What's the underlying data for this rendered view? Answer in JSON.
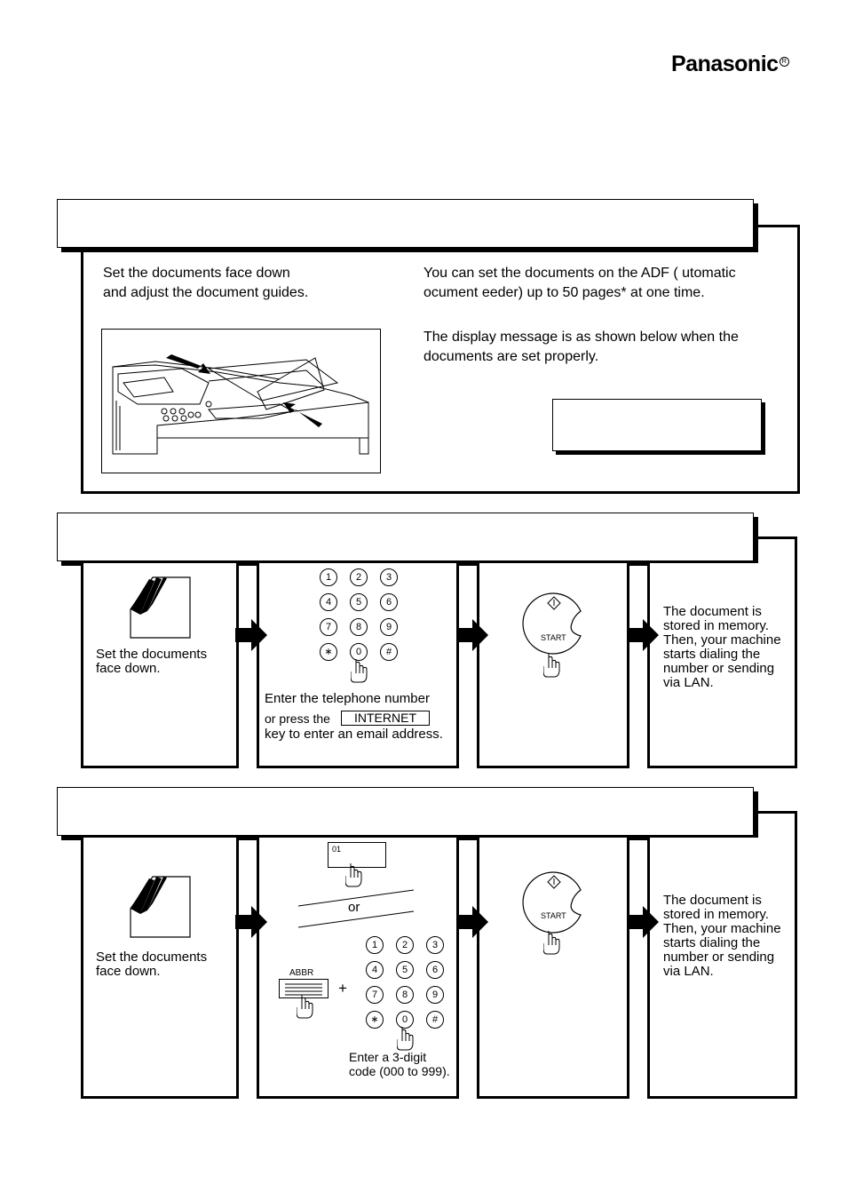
{
  "brand": {
    "name": "Panasonic",
    "reg": "R"
  },
  "section1": {
    "left_text": "Set the documents face down\nand adjust the document guides.",
    "right_text1": "You can set the documents on the ADF (   utomatic\n  ocument   eeder) up to 50 pages* at one time.",
    "right_text2": "The display message is as shown below when the\ndocuments are set properly."
  },
  "section2": {
    "step1_text": "Set the documents\nface down.",
    "keypad": [
      "1",
      "2",
      "3",
      "4",
      "5",
      "6",
      "7",
      "8",
      "9",
      "∗",
      "0",
      "#"
    ],
    "enter_line1": "Enter the telephone number",
    "enter_line2": "or press the",
    "internet_key": "INTERNET",
    "enter_line3": "key to enter an email address.",
    "start_label": "START",
    "result_text": "The document is\nstored in memory.\nThen, your machine\nstarts dialing the\nnumber or sending\nvia LAN."
  },
  "section3": {
    "step1_text": "Set the documents\nface down.",
    "onetouch_label": "01",
    "or_label": "or",
    "abbr_label": "ABBR",
    "plus": "+",
    "keypad": [
      "1",
      "2",
      "3",
      "4",
      "5",
      "6",
      "7",
      "8",
      "9",
      "∗",
      "0",
      "#"
    ],
    "code_text": "Enter a 3-digit\ncode (000 to 999).",
    "start_label": "START",
    "result_text": "The document is\nstored in memory.\nThen, your machine\nstarts dialing the\nnumber or sending\nvia LAN."
  }
}
